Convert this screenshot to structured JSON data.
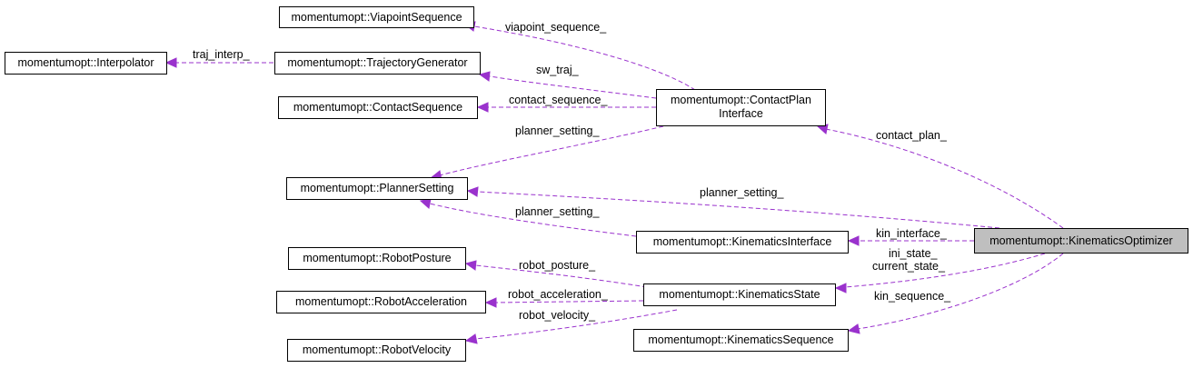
{
  "nodes": {
    "viapoint_sequence": "momentumopt::ViapointSequence",
    "interpolator": "momentumopt::Interpolator",
    "trajectory_generator": "momentumopt::TrajectoryGenerator",
    "contact_sequence": "momentumopt::ContactSequence",
    "contact_plan_interface_line1": "momentumopt::ContactPlan",
    "contact_plan_interface_line2": "Interface",
    "planner_setting": "momentumopt::PlannerSetting",
    "kinematics_interface": "momentumopt::KinematicsInterface",
    "kinematics_optimizer": "momentumopt::KinematicsOptimizer",
    "robot_posture": "momentumopt::RobotPosture",
    "kinematics_state": "momentumopt::KinematicsState",
    "robot_acceleration": "momentumopt::RobotAcceleration",
    "robot_velocity": "momentumopt::RobotVelocity",
    "kinematics_sequence": "momentumopt::KinematicsSequence"
  },
  "edge_labels": {
    "viapoint_sequence": "viapoint_sequence_",
    "traj_interp": "traj_interp_",
    "sw_traj": "sw_traj_",
    "contact_sequence": "contact_sequence_",
    "planner_setting_from_contact_plan": "planner_setting_",
    "contact_plan": "contact_plan_",
    "planner_setting_from_optimizer": "planner_setting_",
    "planner_setting_from_kin_interface": "planner_setting_",
    "kin_interface": "kin_interface_",
    "ini_state": "ini_state_",
    "current_state": "current_state_",
    "robot_posture": "robot_posture_",
    "robot_acceleration": "robot_acceleration_",
    "robot_velocity": "robot_velocity_",
    "kin_sequence": "kin_sequence_"
  },
  "colors": {
    "edge": "#9a32cd",
    "highlight_fill": "#bfbfbf"
  }
}
